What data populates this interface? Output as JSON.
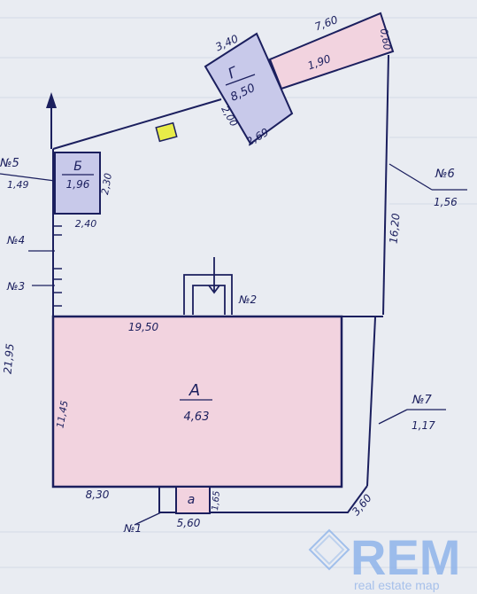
{
  "plan": {
    "structures": {
      "house_a": {
        "letter": "A",
        "area": "4,63"
      },
      "annex_g": {
        "letter": "Г",
        "area": "8,50"
      },
      "annex_b": {
        "letter": "Б",
        "area": "1,96"
      },
      "porch_a": {
        "letter": "а"
      },
      "strip_top_right": {
        "area": "1,90"
      },
      "small_box": {
        "label": ""
      }
    },
    "dimensions": {
      "top_edge": "7,60",
      "annex_g_top": "3,40",
      "annex_g_left": "2,00",
      "annex_g_bottom": "2,69",
      "top_right_corner": "0,60",
      "annex_b_side": "2,30",
      "annex_b_bottom": "2,40",
      "right_wall": "16,20",
      "house_top": "19,50",
      "house_left": "11,45",
      "site_left": "21,95",
      "bottom_left": "8,30",
      "porch_width": "5,60",
      "porch_side": "1,65",
      "bottom_right_corner": "3,60"
    },
    "callouts": {
      "n1": {
        "label": "№1"
      },
      "n2": {
        "label": "№2"
      },
      "n3": {
        "label": "№3"
      },
      "n4": {
        "label": "№4"
      },
      "n5": {
        "label": "№5",
        "value": "1,49"
      },
      "n6": {
        "label": "№6",
        "value": "1,56"
      },
      "n7": {
        "label": "№7",
        "value": "1,17"
      }
    }
  },
  "watermark": {
    "brand": "REM",
    "tagline": "real estate map",
    "colors": {
      "brand": "#8fb4ea",
      "tagline": "#9fbcea"
    }
  },
  "colors": {
    "paper": "#e9ecf2",
    "ink": "#1b1f5e",
    "pink_fill": "#f2d3df",
    "lilac_fill": "#c8c9ea",
    "yellow_box": "#e8ec48"
  }
}
